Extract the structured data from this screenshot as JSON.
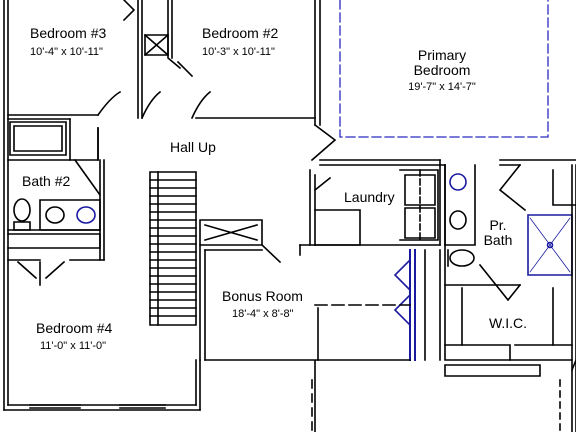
{
  "rooms": {
    "bedroom3": {
      "name": "Bedroom #3",
      "dims": "10'-4\" x 10'-11\""
    },
    "bedroom2": {
      "name": "Bedroom #2",
      "dims": "10'-3\" x 10'-11\""
    },
    "primary": {
      "name_line1": "Primary",
      "name_line2": "Bedroom",
      "dims": "19'-7\" x 14'-7\""
    },
    "hall": {
      "name": "Hall Up"
    },
    "bath2": {
      "name": "Bath #2"
    },
    "laundry": {
      "name": "Laundry"
    },
    "pr_bath": {
      "name_line1": "Pr.",
      "name_line2": "Bath"
    },
    "bonus": {
      "name": "Bonus Room",
      "dims": "18'-4\" x 8'-8\""
    },
    "bedroom4": {
      "name": "Bedroom #4",
      "dims": "11'-0\" x 11'-0\""
    },
    "wic": {
      "name": "W.I.C."
    }
  },
  "colors": {
    "wall": "#000000",
    "fixture_accent": "#1a1aa0",
    "dashed_accent": "#2a2ac0"
  }
}
